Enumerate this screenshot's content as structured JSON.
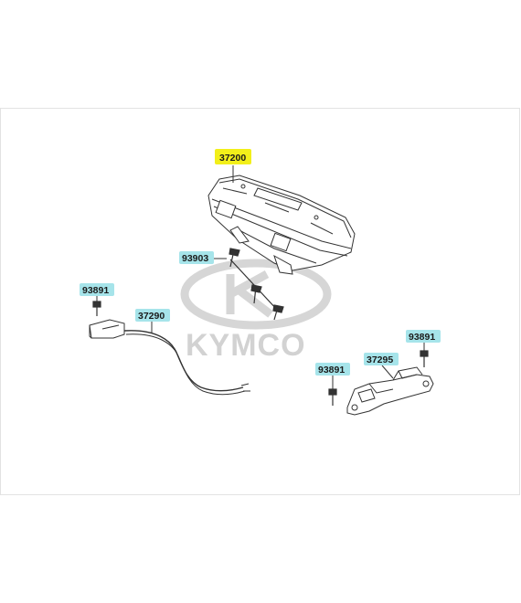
{
  "colors": {
    "label_bg": "#a6e4ea",
    "label_bg_highlight": "#f2ef1a",
    "line": "#333333",
    "watermark": "#d6d6d6"
  },
  "watermark": {
    "brand": "KYMCO"
  },
  "parts": {
    "speedometer": "37200",
    "screw_meter": "93903",
    "screw_left": "93891",
    "sensor_cable": "37290",
    "screw_mid": "93891",
    "bracket": "37295",
    "screw_right": "93891"
  }
}
